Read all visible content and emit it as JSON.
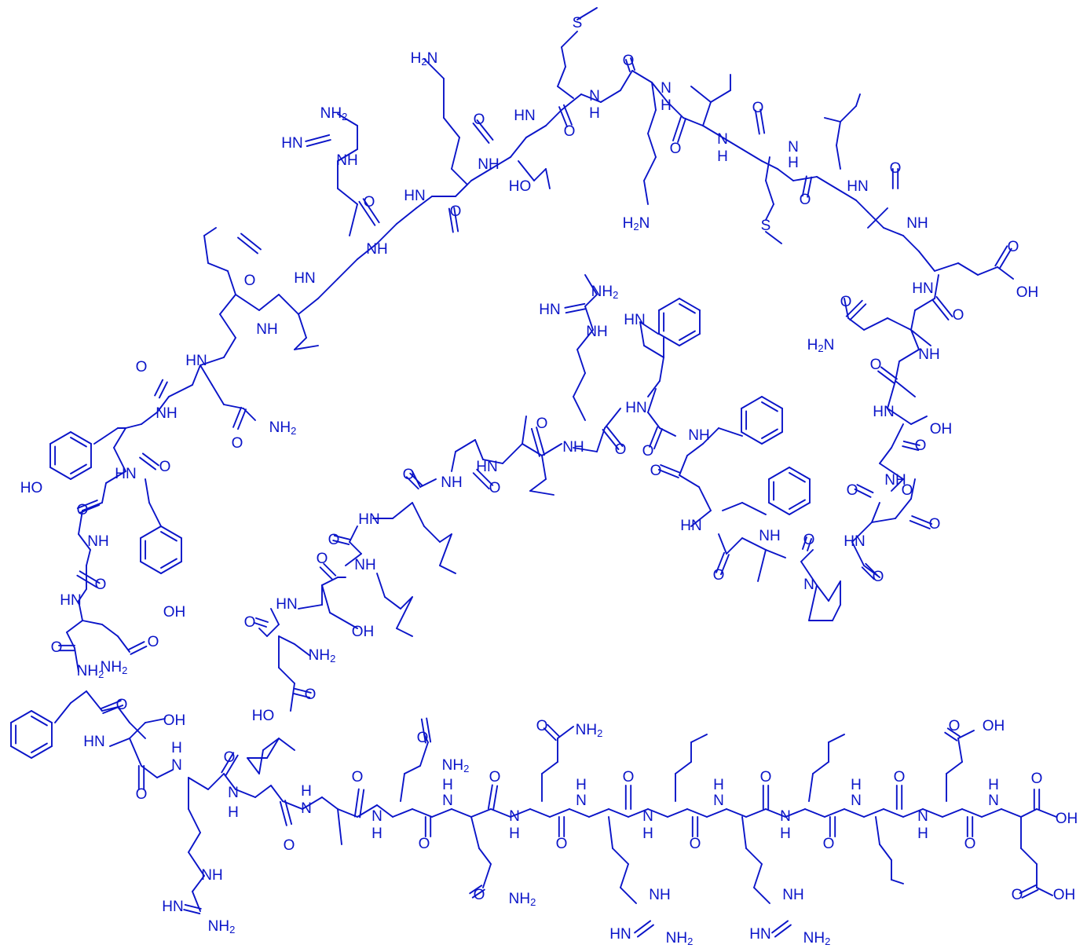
{
  "structure": {
    "type": "peptide-skeletal-formula",
    "color": "#0a14c8",
    "background": "#ffffff",
    "atom_labels": {
      "NH2": "NH2",
      "NH": "NH",
      "HN": "HN",
      "N": "N",
      "H": "H",
      "O": "O",
      "OH": "OH",
      "HO": "HO",
      "S": "S",
      "H2N": "H2N",
      "HNeq": "HN="
    }
  }
}
